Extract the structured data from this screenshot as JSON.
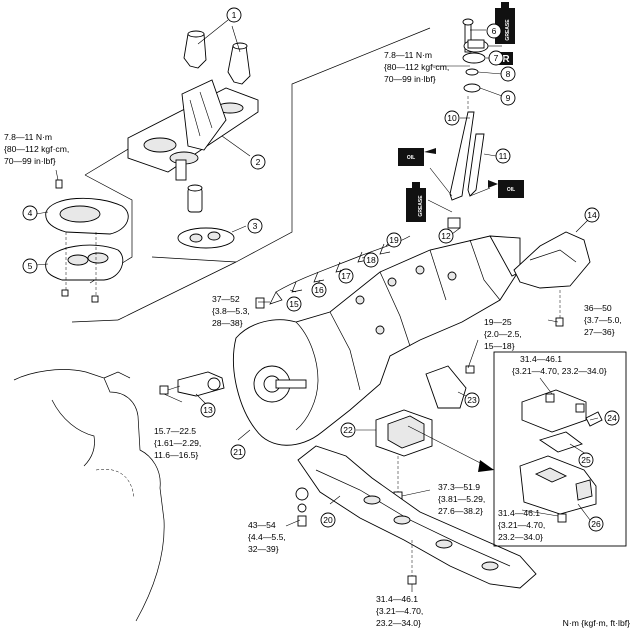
{
  "callouts": [
    {
      "id": "c1",
      "n": "1"
    },
    {
      "id": "c2",
      "n": "2"
    },
    {
      "id": "c3",
      "n": "3"
    },
    {
      "id": "c4",
      "n": "4"
    },
    {
      "id": "c5",
      "n": "5"
    },
    {
      "id": "c6",
      "n": "6"
    },
    {
      "id": "c7",
      "n": "7"
    },
    {
      "id": "c8",
      "n": "8"
    },
    {
      "id": "c9",
      "n": "9"
    },
    {
      "id": "c10",
      "n": "10"
    },
    {
      "id": "c11",
      "n": "11"
    },
    {
      "id": "c12",
      "n": "12"
    },
    {
      "id": "c13",
      "n": "13"
    },
    {
      "id": "c14",
      "n": "14"
    },
    {
      "id": "c15",
      "n": "15"
    },
    {
      "id": "c16",
      "n": "16"
    },
    {
      "id": "c17",
      "n": "17"
    },
    {
      "id": "c18",
      "n": "18"
    },
    {
      "id": "c19",
      "n": "19"
    },
    {
      "id": "c20",
      "n": "20"
    },
    {
      "id": "c21",
      "n": "21"
    },
    {
      "id": "c22",
      "n": "22"
    },
    {
      "id": "c23",
      "n": "23"
    },
    {
      "id": "c24",
      "n": "24"
    },
    {
      "id": "c25",
      "n": "25"
    },
    {
      "id": "c26",
      "n": "26"
    }
  ],
  "torques": [
    {
      "id": "t_top",
      "lines": [
        "7.8—11 N·m",
        "{80—112 kgf·cm,",
        "70—99 in·lbf}"
      ]
    },
    {
      "id": "t_left",
      "lines": [
        "7.8—11 N·m",
        "{80—112 kgf·cm,",
        "70—99 in·lbf}"
      ]
    },
    {
      "id": "t_37",
      "lines": [
        "37—52",
        "{3.8—5.3,",
        "28—38}"
      ]
    },
    {
      "id": "t_19",
      "lines": [
        "19—25",
        "{2.0—2.5,",
        "15—18}"
      ]
    },
    {
      "id": "t_36",
      "lines": [
        "36—50",
        "{3.7—5.0,",
        "27—36}"
      ]
    },
    {
      "id": "t_157",
      "lines": [
        "15.7—22.5",
        "{1.61—2.29,",
        "11.6—16.5}"
      ]
    },
    {
      "id": "t_373",
      "lines": [
        "37.3—51.9",
        "{3.81—5.29,",
        "27.6—38.2}"
      ]
    },
    {
      "id": "t_43",
      "lines": [
        "43—54",
        "{4.4—5.5,",
        "32—39}"
      ]
    },
    {
      "id": "t_314_bottom",
      "lines": [
        "31.4—46.1",
        "{3.21—4.70,",
        "23.2—34.0}"
      ]
    },
    {
      "id": "t_314_inset_top",
      "lines": [
        "31.4—46.1",
        "{3.21—4.70, 23.2—34.0}"
      ]
    },
    {
      "id": "t_314_inset_bottom",
      "lines": [
        "31.4—46.1",
        "{3.21—4.70,",
        "23.2—34.0}"
      ]
    }
  ],
  "badges": {
    "r_badge": "R",
    "grease": "GREASE",
    "oil": "OIL"
  },
  "units_note": "N·m {kgf·m, ft·lbf}"
}
